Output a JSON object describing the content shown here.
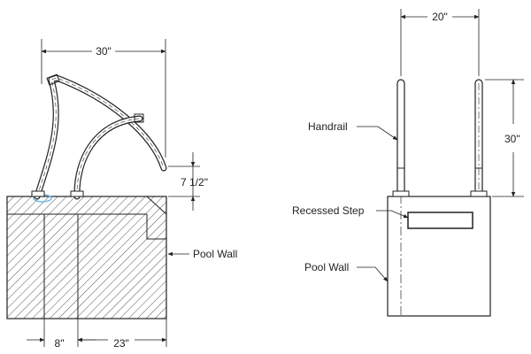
{
  "left_view": {
    "dim_top": "30\"",
    "dim_side": "7 1/2\"",
    "dim_bottom_left": "8\"",
    "dim_bottom_right": "23\"",
    "label_pool_wall": "Pool Wall"
  },
  "right_view": {
    "dim_top": "20\"",
    "dim_side": "30\"",
    "label_handrail": "Handrail",
    "label_recessed_step": "Recessed Step",
    "label_pool_wall": "Pool Wall"
  },
  "colors": {
    "line": "#222222",
    "hatch": "#555555",
    "highlight": "#6fb7e6"
  }
}
